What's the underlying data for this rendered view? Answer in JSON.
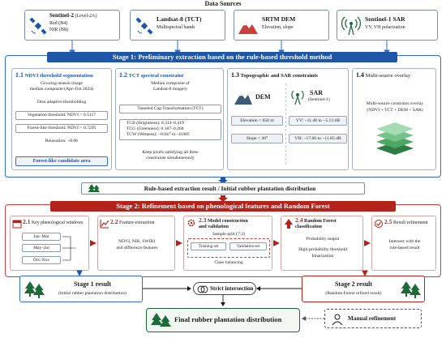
{
  "title": "Data Sources",
  "sources": [
    {
      "name": "Sentinel-2",
      "suffix": "(Level-2A)",
      "lines": [
        "Red (B4)",
        "NIR (B8)"
      ],
      "icon": "satellite-icon"
    },
    {
      "name": "Landsat-8 (TCT)",
      "lines": [
        "Multispectral bands"
      ],
      "icon": "satellite-icon"
    },
    {
      "name": "SRTM DEM",
      "lines": [
        "Elevation, slope"
      ],
      "icon": "mountain-icon"
    },
    {
      "name": "Sentinel-1 SAR",
      "lines": [
        "VV, VH polarization"
      ],
      "icon": "radar-icon"
    }
  ],
  "stage1": {
    "header": "Stage 1: Preliminary extraction based on the rule-based threshold method",
    "ndvi": {
      "title_num": "1.1",
      "title": "NDVI threshold segmentation",
      "composite": [
        "Growing-season image",
        "median composite (Apr–Oct 2024)"
      ],
      "otsu": "Otsu adaptive thresholding",
      "veg": "Vegetation threshold: NDVI > 0.5117",
      "forest": "Forest-like threshold: NDVI > 0.7295",
      "relax": "Relaxation: −0.06",
      "candidate": "Forest-like candidate area"
    },
    "tct": {
      "title_num": "1.2",
      "title": "TCT spectral constraint",
      "composite": [
        "Median composite of",
        "Landsat-8 imagery"
      ],
      "transform": "Tasseled Cap Transformation (TCT)",
      "ranges": [
        "TCB (Brightness): 0.314–0.419",
        "TCG (Greenness): 0.187–0.268",
        "TCW (Wetness): −0.047 to −0.005"
      ],
      "keep": [
        "Keep pixels satisfying all three",
        "constraints simultaneously"
      ]
    },
    "topo": {
      "title_num": "1.3",
      "title": "Topographic and SAR constraints",
      "dem": "DEM",
      "elev": "Elevation < 650 m",
      "slope": "Slope < 30°",
      "sar": "SAR",
      "sar_sub": "(Sentinel-1)",
      "vv": "VV: −11.48 to −5.13 dB",
      "vh": "VH: −17.66 to −11.85 dB"
    },
    "overlay": {
      "title_num": "1.4",
      "title": "Multi-source overlay",
      "text": [
        "Multi-source constraint overlay",
        "(NDVI + TCT + DEM + SAR)"
      ]
    }
  },
  "rule_result": "Rule-based extraction result / Initial rubber plantation distribution",
  "stage2": {
    "header": "Stage 2: Refinement based on phenological features and Random Forest",
    "windows": {
      "num": "2.1",
      "title": "Key phenological windows",
      "items": [
        "Jan–Mar",
        "May–Jul",
        "Oct–Nov"
      ]
    },
    "features": {
      "num": "2.2",
      "title": "Feature extraction",
      "text": [
        "NDVI, NIR, SWIR1",
        "and difference features"
      ]
    },
    "model": {
      "num": "2.3",
      "title": [
        "Model construction",
        "and validation"
      ],
      "split": "Sample split (7:3)",
      "train": "Training set",
      "valid": "Validation set",
      "balance": "Class balancing"
    },
    "rf": {
      "num": "2.4",
      "title": [
        "Random Forest",
        "classification"
      ],
      "prob": "Probability output",
      "bin": [
        "High-probability threshold",
        "binarization"
      ]
    },
    "refine": {
      "num": "2.5",
      "title": "Result refinement",
      "text": [
        "Intersect with the",
        "rule-based result"
      ]
    }
  },
  "stage1_result": {
    "title": "Stage 1 result",
    "sub": "(Initial rubber plantation distribution)"
  },
  "stage2_result": {
    "title": "Stage 2 result",
    "sub": "(Random Forest refined result)"
  },
  "intersection": "Strict intersection",
  "manual": "Manual refinement",
  "final": "Final rubber plantation distribution",
  "colors": {
    "stage1": "#1f56a8",
    "stage2": "#b3231c",
    "forest": "#1e6b3a"
  }
}
